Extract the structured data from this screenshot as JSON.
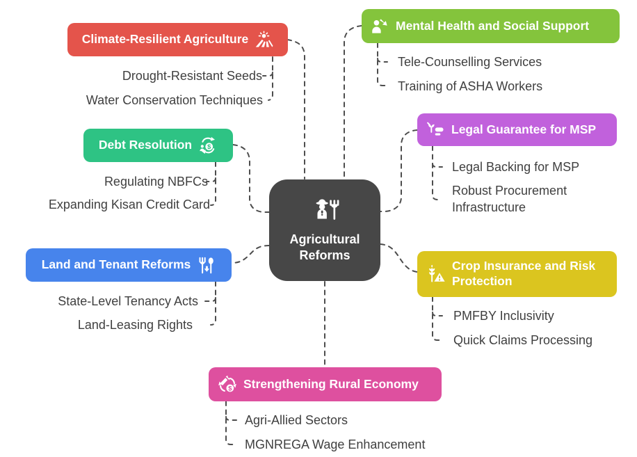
{
  "diagram": {
    "type": "mindmap",
    "background": "#ffffff",
    "connector_color": "#4d4d4d",
    "leaf_text_color": "#3f3f3f"
  },
  "center": {
    "label": "Agricultural Reforms",
    "icon": "farmer-pitchfork-icon",
    "color": "#474747"
  },
  "branches": [
    {
      "label": "Climate-Resilient Agriculture",
      "icon": "sunrise-field-icon",
      "color": "#e4544b",
      "children": [
        "Drought-Resistant Seeds",
        "Water Conservation Techniques"
      ]
    },
    {
      "label": "Mental Health and Social Support",
      "icon": "person-decline-arrow-icon",
      "color": "#84c43c",
      "children": [
        "Tele-Counselling Services",
        "Training of ASHA Workers"
      ]
    },
    {
      "label": "Debt Resolution",
      "icon": "money-exchange-icon",
      "color": "#2ec384",
      "children": [
        "Regulating NBFCs",
        "Expanding Kisan Credit Card"
      ]
    },
    {
      "label": "Legal Guarantee for MSP",
      "icon": "sprout-price-bars-icon",
      "color": "#c161dc",
      "children": [
        "Legal Backing for MSP",
        "Robust Procurement Infrastructure"
      ]
    },
    {
      "label": "Land and Tenant Reforms",
      "icon": "fork-spoon-down-icon",
      "color": "#4784ec",
      "children": [
        "State-Level Tenancy Acts",
        "Land-Leasing Rights"
      ]
    },
    {
      "label": "Crop Insurance and Risk Protection",
      "icon": "wheat-warning-icon",
      "color": "#dbc51f",
      "children": [
        "PMFBY Inclusivity",
        "Quick Claims Processing"
      ]
    },
    {
      "label": "Strengthening Rural Economy",
      "icon": "carrot-exchange-dollar-icon",
      "color": "#de509f",
      "children": [
        "Agri-Allied Sectors",
        "MGNREGA Wage Enhancement"
      ]
    }
  ]
}
